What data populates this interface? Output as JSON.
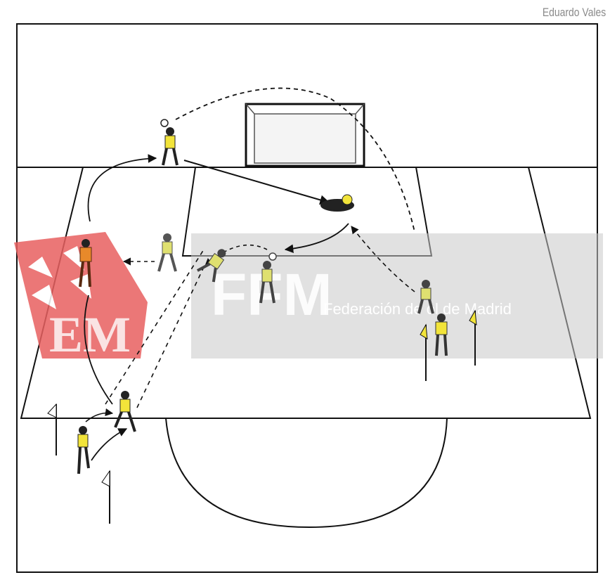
{
  "author": "Eduardo Vales",
  "watermark": {
    "initials": "FFM",
    "org_name": "Federación de Fútbol de Madrid",
    "org_name_visible": "Federación de   ol de Madrid"
  },
  "colors": {
    "field_line": "#111111",
    "player_vest": "#f2e43a",
    "player_dark": "#2a2a2a",
    "highlight_player": "#e8892a",
    "watermark_panel": "#c8c8c8",
    "watermark_logo": "#e05050"
  },
  "icons": [
    "goal-icon",
    "player-icon",
    "goalkeeper-icon",
    "cone-flag-icon",
    "ball-icon"
  ]
}
